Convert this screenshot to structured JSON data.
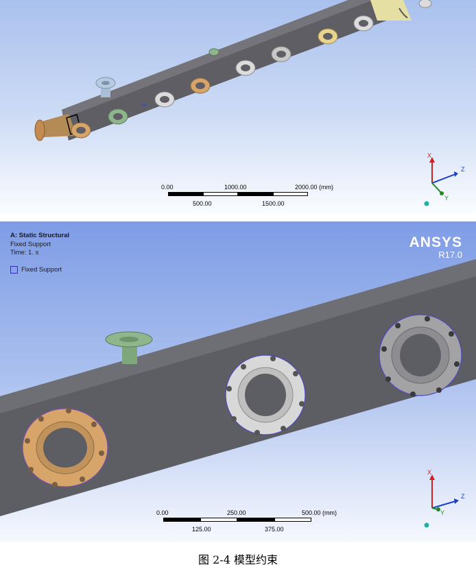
{
  "top_view": {
    "scale_bar": {
      "upper_labels": [
        "0.00",
        "1000.00",
        "2000.00 (mm)"
      ],
      "lower_labels": [
        "500.00",
        "1500.00"
      ]
    },
    "triad": {
      "x": "X",
      "y": "Y",
      "z": "Z"
    }
  },
  "bottom_view": {
    "info": {
      "title": "A: Static Structural",
      "line1": "Fixed Support",
      "line2": "Time: 1. s"
    },
    "legend": {
      "label": "Fixed Support",
      "color": "#8aa0f2"
    },
    "logo": {
      "brand": "ANSYS",
      "version": "R17.0"
    },
    "scale_bar": {
      "upper_labels": [
        "0.00",
        "250.00",
        "500.00 (mm)"
      ],
      "lower_labels": [
        "125.00",
        "375.00"
      ]
    },
    "triad": {
      "x": "X",
      "y": "Y",
      "z": "Z"
    }
  },
  "caption": "图 2-4  模型约束",
  "colors": {
    "pipe": "#5d5d64",
    "flange_orange": "#d7a56a",
    "flange_green": "#8fb58c",
    "flange_white": "#d8d8d8",
    "flange_yellow": "#e8d48c",
    "flange_blue": "#b6cbe0",
    "axis_x": "#d22020",
    "axis_y": "#1f8a1f",
    "axis_z": "#1a3ccc"
  }
}
